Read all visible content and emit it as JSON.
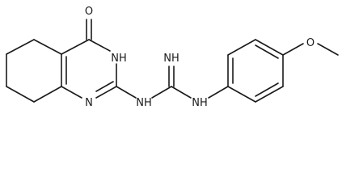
{
  "diagram": {
    "atoms": {
      "carbonyl_o": "O",
      "ring_nh": "NH",
      "ring_n": "N",
      "link_nh": "NH",
      "imine_nh": "NH",
      "aryl_nh": "NH",
      "ether_o": "O"
    },
    "colors": {
      "bond": "#1a1a1a",
      "label": "#1a1a1a",
      "background": "#ffffff"
    }
  }
}
